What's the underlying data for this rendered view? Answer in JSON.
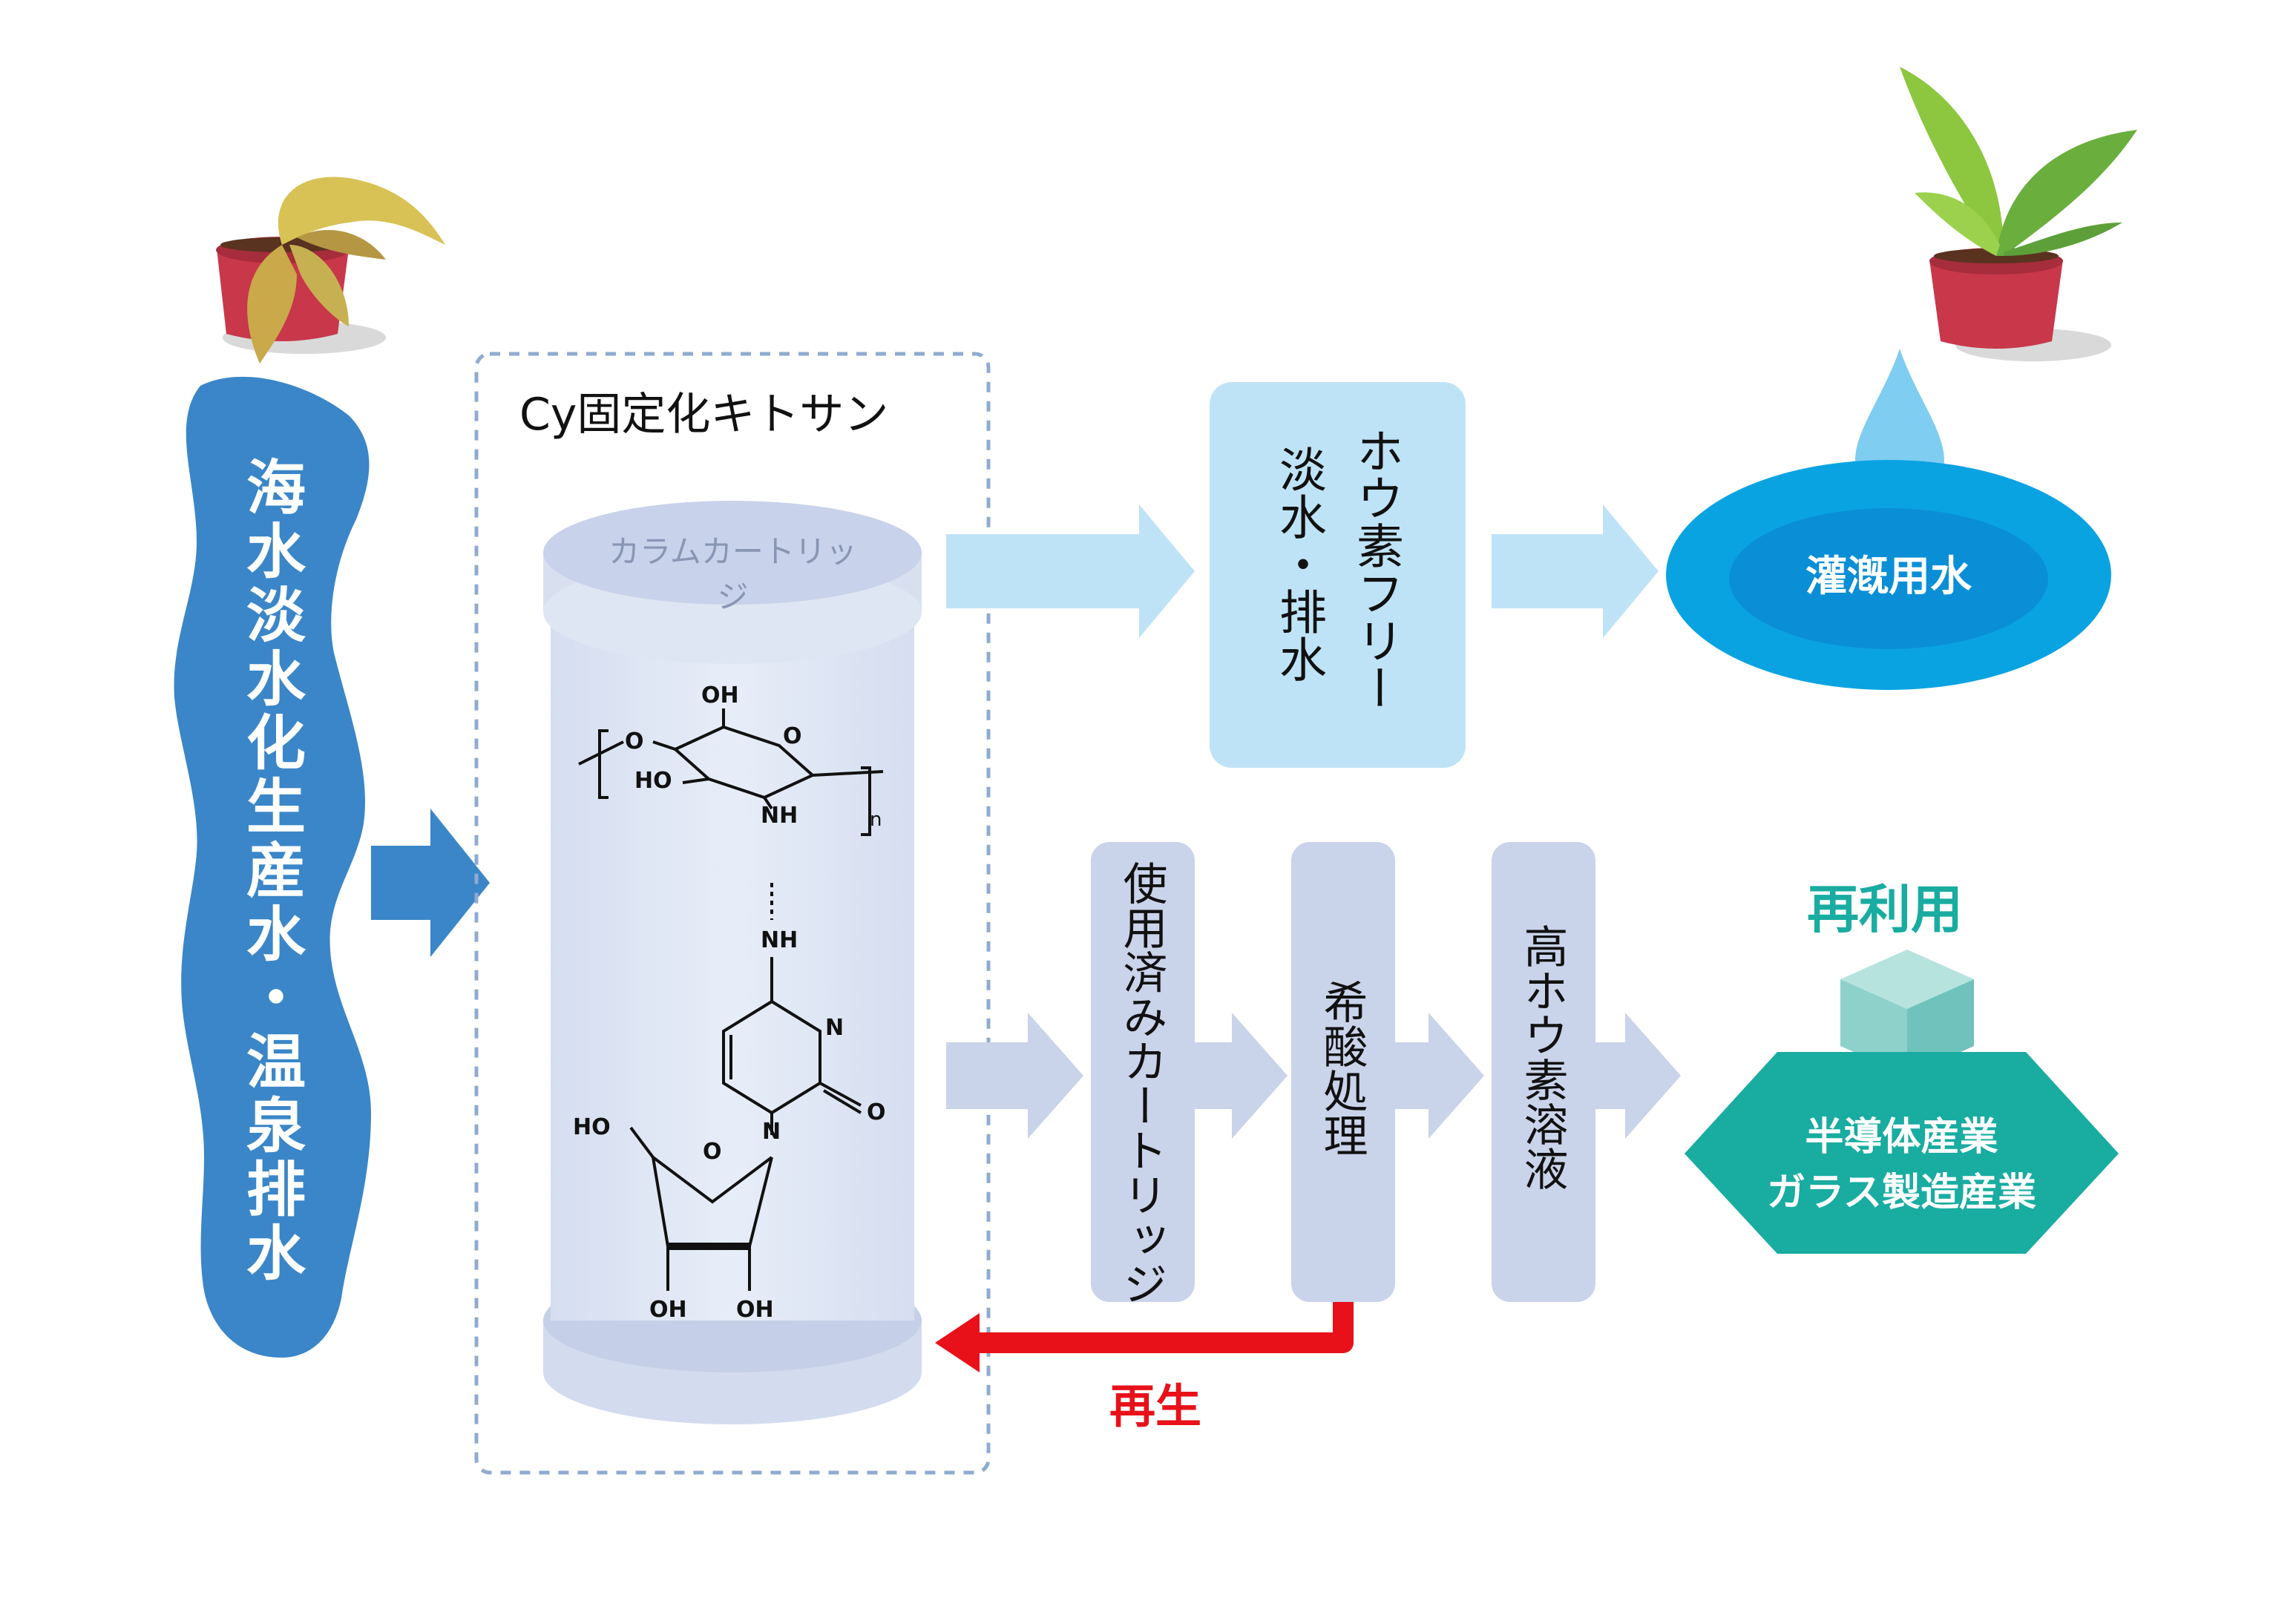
{
  "source": {
    "label": "海水淡水化生産水・温泉排水",
    "color": "#3a86c8"
  },
  "column_group": {
    "title": "Cy固定化キトサン",
    "cartridge_label": "カラムカートリッジ",
    "chem_labels": {
      "oh_top": "OH",
      "ho_left": "HO",
      "o_ring": "O",
      "o_link": "O",
      "nh_upper": "NH",
      "n_subscript": "n",
      "nh_lower": "NH",
      "n_ring": "N",
      "n_ring2": "N",
      "o_carbonyl": "O",
      "ho_sugar": "HO",
      "o_sugar": "O",
      "oh_sugar1": "OH",
      "oh_sugar2": "OH"
    }
  },
  "flow_top": {
    "box_label": "ホウ素フリー淡水・排水",
    "box_line1": "ホウ素フリー",
    "box_line2": "淡水・排水",
    "destination": "灌漑用水",
    "box_color": "#bfe3f6",
    "dest_color": "#0aa3e2"
  },
  "flow_bottom": {
    "steps": [
      {
        "label": "使用済みカートリッジ"
      },
      {
        "label": "希酸処理"
      },
      {
        "label": "高ホウ素溶液"
      }
    ],
    "step_color": "#c9d3ea",
    "reuse_title": "再利用",
    "industries_line1": "半導体産業",
    "industries_line2": "ガラス製造産業",
    "reuse_color": "#19aca1",
    "regen_label": "再生",
    "regen_color": "#e8111a"
  }
}
